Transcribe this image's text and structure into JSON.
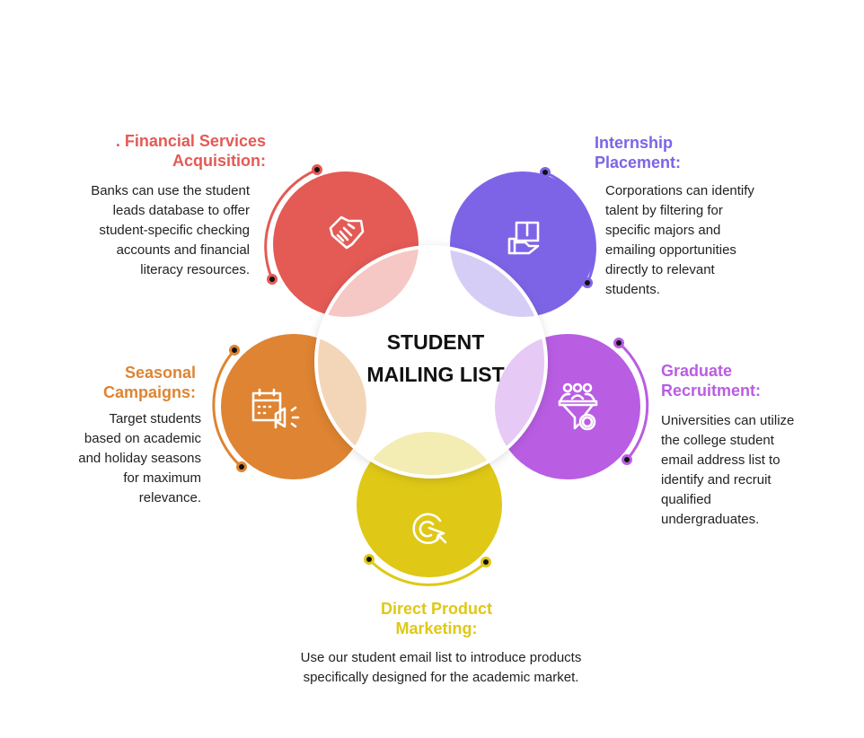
{
  "center": {
    "line1": "STUDENT",
    "line2": "MAILING LIST"
  },
  "colors": {
    "financial": "#E45A55",
    "internship": "#7D64E7",
    "seasonal": "#DE8432",
    "graduate": "#B95DE3",
    "direct": "#DFC816"
  },
  "segments": {
    "financial": {
      "title": [
        ". Financial Services",
        "Acquisition:"
      ],
      "body": [
        "Banks can use the student",
        "leads database to offer",
        "student-specific checking",
        "accounts and financial",
        "literacy resources."
      ],
      "icon": "handshake-icon"
    },
    "internship": {
      "title": [
        "Internship",
        "Placement:"
      ],
      "body": [
        "Corporations can identify",
        "talent by filtering for",
        "specific majors and",
        "emailing opportunities",
        "directly to relevant",
        "students."
      ],
      "icon": "hand-box-icon"
    },
    "seasonal": {
      "title": [
        "Seasonal",
        "Campaigns:"
      ],
      "body": [
        "Target students",
        "based on academic",
        "and holiday seasons",
        "for maximum",
        "relevance."
      ],
      "icon": "calendar-megaphone-icon"
    },
    "graduate": {
      "title": [
        "Graduate",
        "Recruitment:"
      ],
      "body": [
        "Universities can utilize",
        "the college student",
        "email address list to",
        "identify and recruit",
        "qualified",
        "undergraduates."
      ],
      "icon": "people-funnel-icon"
    },
    "direct": {
      "title": [
        "Direct Product",
        "Marketing:"
      ],
      "body": [
        "Use our student email list to introduce products",
        "specifically designed for the academic market."
      ],
      "icon": "click-target-icon"
    }
  }
}
